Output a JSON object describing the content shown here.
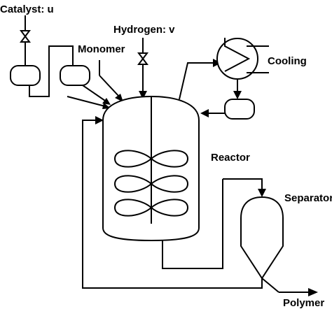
{
  "labels": {
    "catalyst": "Catalyst: u",
    "hydrogen": "Hydrogen: v",
    "monomer": "Monomer",
    "cooling": "Cooling",
    "reactor": "Reactor",
    "separator": "Separator",
    "polymer": "Polymer"
  },
  "colors": {
    "stroke": "#000000",
    "background": "#ffffff"
  },
  "icons": {
    "valve": "bowtie-valve-icon",
    "heat_exchanger": "heat-exchanger-icon",
    "vessel": "drum-vessel-icon"
  }
}
